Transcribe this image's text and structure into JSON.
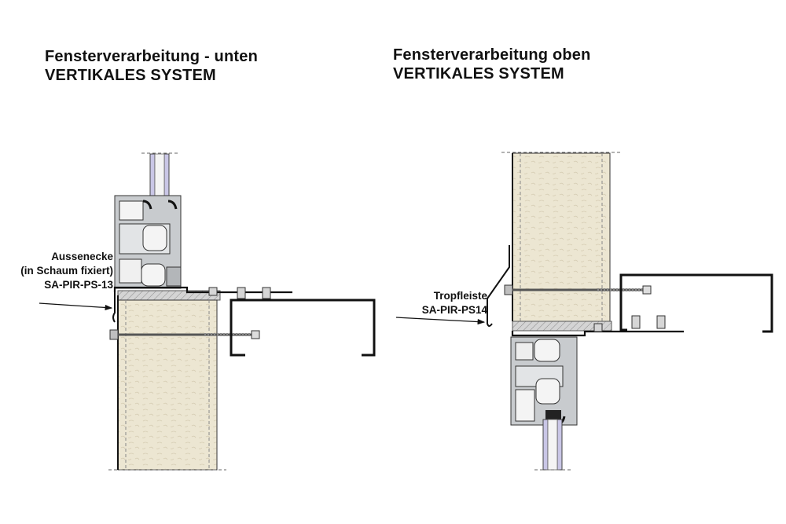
{
  "left": {
    "title_line1": "Fensterverarbeitung - unten",
    "title_line2": "VERTIKALES SYSTEM",
    "callout": {
      "line1": "Aussenecke",
      "line2": "(in Schaum fixiert)",
      "line3": "SA-PIR-PS-13"
    }
  },
  "right": {
    "title_line1": "Fensterverarbeitung oben",
    "title_line2": "VERTIKALES SYSTEM",
    "callout": {
      "line1": "Tropfleiste",
      "line2": "SA-PIR-PS14"
    }
  },
  "colors": {
    "foam": "#ece6d2",
    "foam_speckle": "#d8d0b8",
    "aluminium": "#c8cbce",
    "glass": "#c9c6e6",
    "steel": "#111111"
  }
}
